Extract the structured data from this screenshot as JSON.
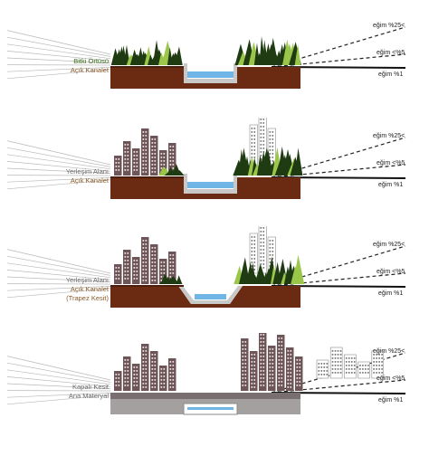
{
  "colors": {
    "soil": "#6b2a12",
    "soil_dark": "#4e1e0c",
    "water": "#6fb6e6",
    "channel_lining": "#c8c8c8",
    "building": "#6e5658",
    "building_window": "#e9e2e4",
    "grass_dark": "#1f3b12",
    "grass_light": "#9ac74a",
    "rays": "#b9b9b9",
    "closed_concrete": "#7a6f70",
    "base_material": "#a5a0a0",
    "label_green": "#3a6b1a",
    "label_brown": "#8a5a2a",
    "label_grey": "#6a6a6a"
  },
  "panels": [
    {
      "left_labels": [
        {
          "text": "Bitki Örtüsü",
          "color": "label_green"
        },
        {
          "text": "Açık Kanalet",
          "color": "label_brown"
        }
      ],
      "right_labels": [
        "eğim %25<",
        "eğim <%5",
        "eğim %1"
      ],
      "channel": "rect",
      "left_cover": "grass",
      "right_cover": "grass"
    },
    {
      "left_labels": [
        {
          "text": "Yerleşim Alanı",
          "color": "label_grey"
        },
        {
          "text": "Açık Kanalet",
          "color": "label_brown"
        }
      ],
      "right_labels": [
        "eğim %25<",
        "eğim <%5",
        "eğim %1"
      ],
      "channel": "rect",
      "left_cover": "buildings",
      "right_cover": "grass-buildings"
    },
    {
      "left_labels": [
        {
          "text": "Yerleşim Alanı",
          "color": "label_grey"
        },
        {
          "text": "Açık Kanalet",
          "color": "label_brown"
        },
        {
          "text": "(Trapez Kesit)",
          "color": "label_brown"
        }
      ],
      "right_labels": [
        "eğim %25<",
        "eğim <%5",
        "eğim %1"
      ],
      "channel": "trapezoid",
      "left_cover": "buildings",
      "right_cover": "grass-buildings"
    },
    {
      "left_labels": [
        {
          "text": "Kapalı Kesit",
          "color": "label_grey"
        },
        {
          "text": "Ana Materyal",
          "color": "label_grey"
        }
      ],
      "right_labels": [
        "eğim %25<",
        "eğim <%5",
        "eğim %1"
      ],
      "channel": "closed",
      "left_cover": "buildings",
      "right_cover": "dense-buildings"
    }
  ]
}
